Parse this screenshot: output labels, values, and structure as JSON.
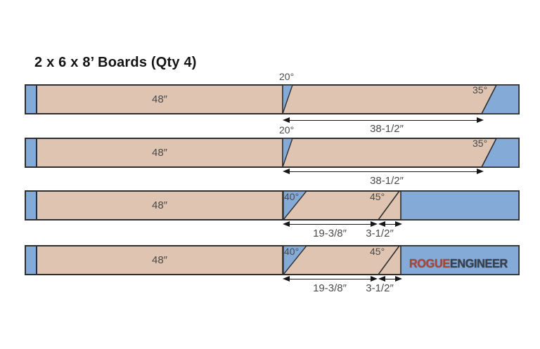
{
  "title": "2 x 6 x 8’ Boards (Qty 4)",
  "boards": [
    {
      "length_label": "48″",
      "kerf_angle_label": "20°",
      "end_angle_label": "35°",
      "dim_label": "38-1/2″"
    },
    {
      "length_label": "48″",
      "kerf_angle_label": "20°",
      "end_angle_label": "35°",
      "dim_label": "38-1/2″"
    },
    {
      "length_label": "48″",
      "kerf_angle_label": "40°",
      "end_angle_label": "45°",
      "dim_label_1": "19-3/8″",
      "dim_label_2": "3-1/2″"
    },
    {
      "length_label": "48″",
      "kerf_angle_label": "40°",
      "end_angle_label": "45°",
      "dim_label_1": "19-3/8″",
      "dim_label_2": "3-1/2″"
    }
  ],
  "logo": {
    "text_primary": "ROGUE",
    "text_secondary": "ENGINEER"
  },
  "colors": {
    "board_wood": "#dec4b1",
    "waste_blue": "#84aad8",
    "outline": "#2e2e2e",
    "dimension_text": "#4a4a4a",
    "logo_red": "#a8483b",
    "logo_dark": "#38414f",
    "background": "#ffffff"
  }
}
